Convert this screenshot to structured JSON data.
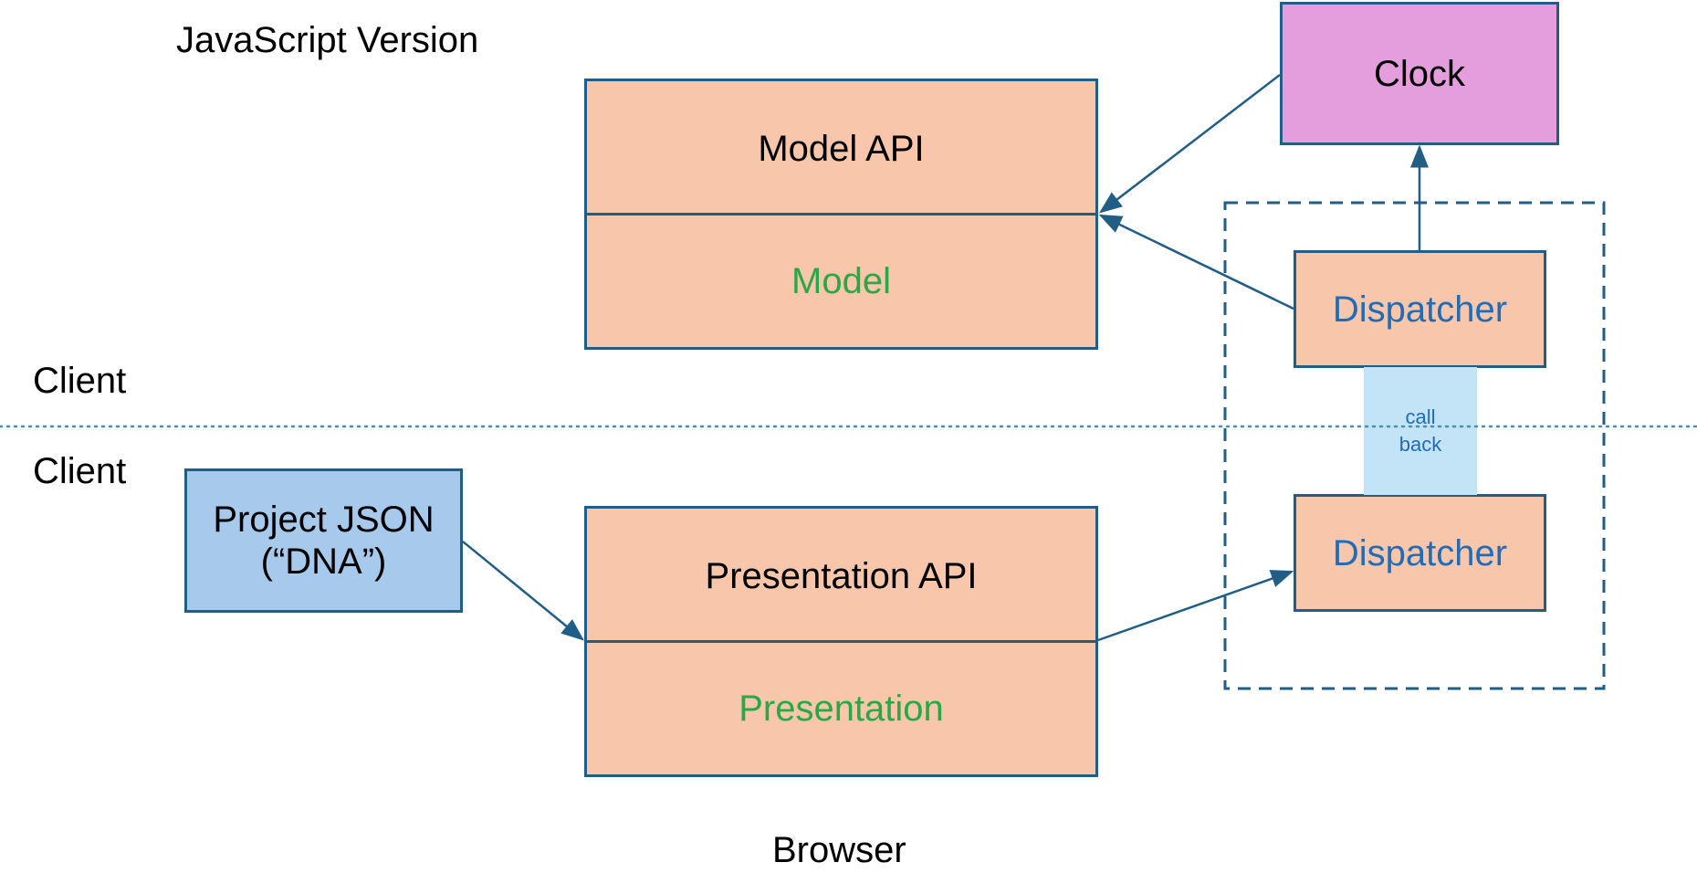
{
  "diagram": {
    "title": "JavaScript Version",
    "client_top": "Client",
    "client_bottom": "Client",
    "browser": "Browser",
    "model_box": {
      "api": "Model API",
      "core": "Model"
    },
    "presentation_box": {
      "api": "Presentation API",
      "core": "Presentation"
    },
    "clock": "Clock",
    "dispatcher_top": "Dispatcher",
    "dispatcher_bottom": "Dispatcher",
    "callback": [
      "call",
      "back"
    ],
    "project_json": [
      "Project JSON",
      "(“DNA”)"
    ],
    "colors": {
      "box_fill": "#f7c6ab",
      "box_stroke": "#215e86",
      "clock_fill": "#e59edd",
      "json_fill": "#a7caec",
      "callback_fill": "#c2e4f6",
      "model_text": "#2aa845",
      "dispatcher_text": "#1f6db8",
      "arrow": "#215e86",
      "dotted_line": "#4a8fb0"
    }
  }
}
